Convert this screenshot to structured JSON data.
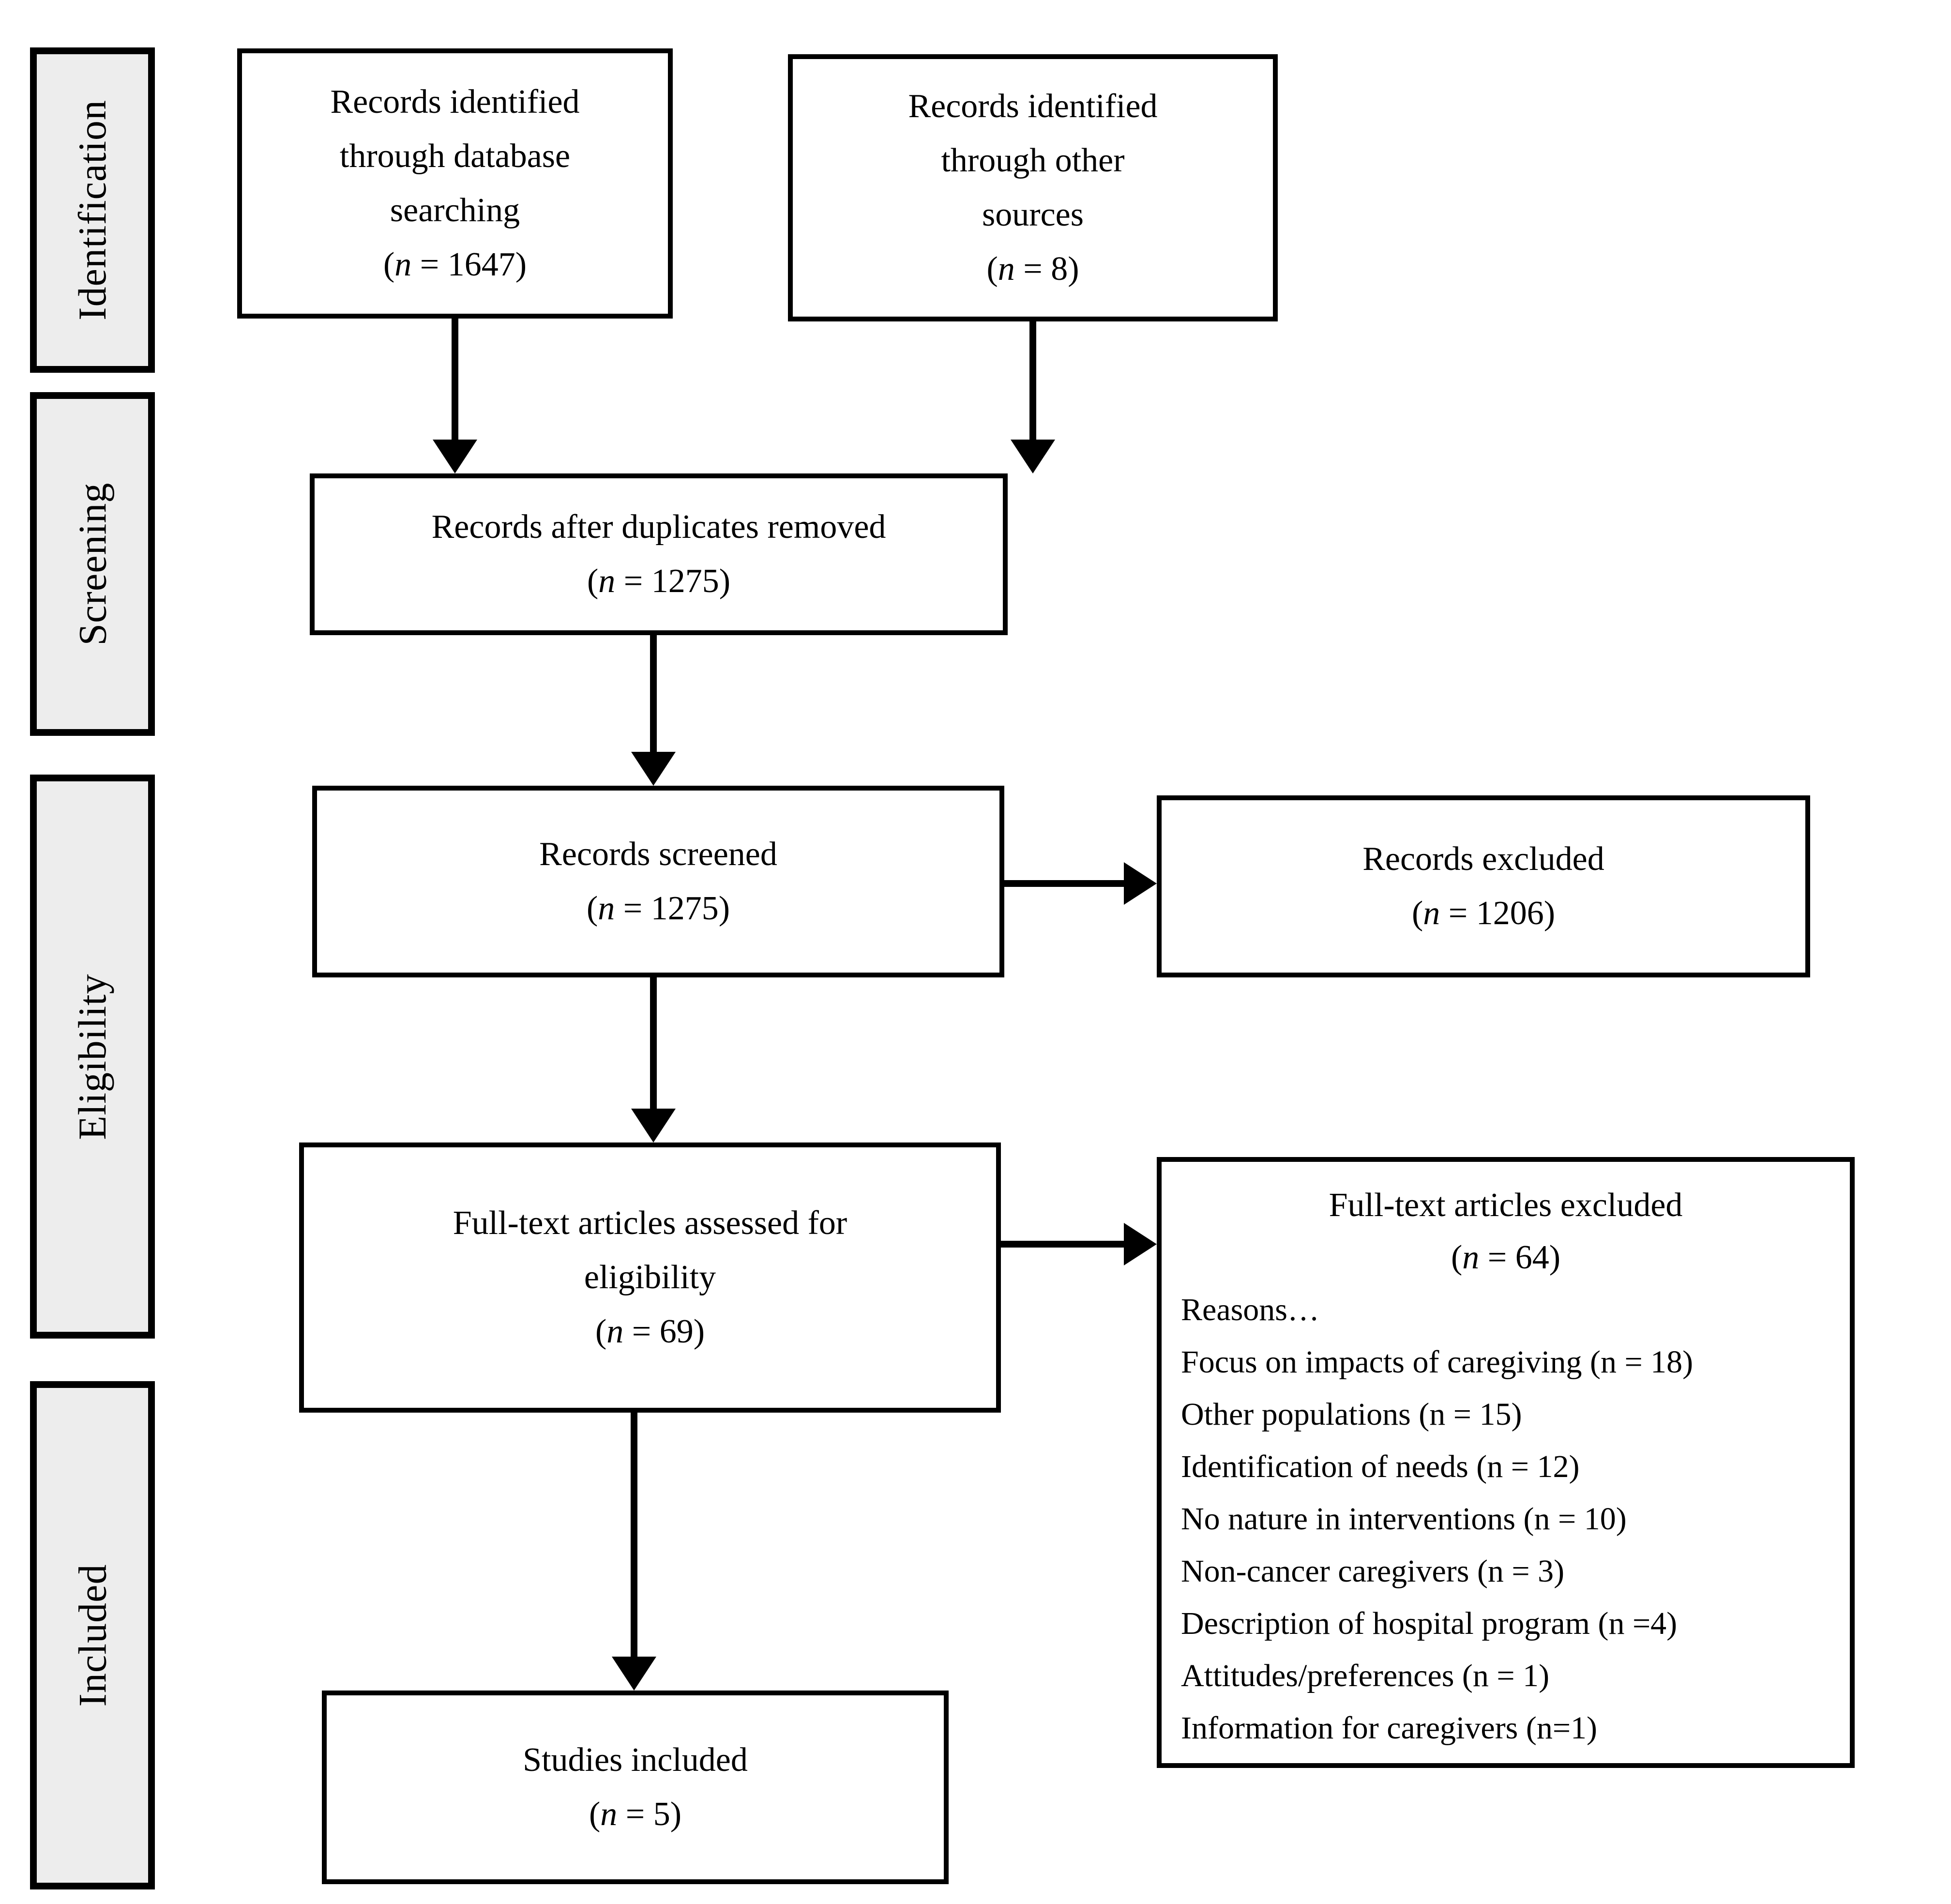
{
  "diagram": {
    "type": "prisma-flow",
    "colors": {
      "stage_fill": "#ededed",
      "box_fill": "#ffffff",
      "border": "#000000",
      "text": "#000000"
    },
    "stages": [
      {
        "label": "Identification"
      },
      {
        "label": "Screening"
      },
      {
        "label": "Eligibility"
      },
      {
        "label": "Included"
      }
    ],
    "boxes": {
      "identified_db": {
        "lines": [
          "Records identified",
          "through database",
          "searching"
        ],
        "count": "(n = 1647)"
      },
      "identified_other": {
        "lines": [
          "Records identified",
          "through other",
          "sources"
        ],
        "count": "(n = 8)"
      },
      "duplicates_removed": {
        "lines": [
          "Records after duplicates removed"
        ],
        "count": "(n = 1275)"
      },
      "screened": {
        "lines": [
          "Records screened"
        ],
        "count": "(n = 1275)"
      },
      "excluded": {
        "lines": [
          "Records excluded"
        ],
        "count": "(n = 1206)"
      },
      "fulltext_assessed": {
        "lines": [
          "Full-text articles assessed for",
          "eligibility"
        ],
        "count": "(n = 69)"
      },
      "fulltext_excluded": {
        "title": "Full-text articles excluded",
        "count": "(n = 64)",
        "reasons_label": "Reasons…",
        "reasons": [
          "Focus on impacts of caregiving (n = 18)",
          "Other populations (n = 15)",
          "Identification of needs (n = 12)",
          "No nature in interventions (n = 10)",
          "Non-cancer caregivers (n = 3)",
          "Description of hospital program (n =4)",
          "Attitudes/preferences (n = 1)",
          "Information for caregivers (n=1)"
        ]
      },
      "studies_included": {
        "lines": [
          "Studies included"
        ],
        "count": "(n = 5)"
      }
    }
  }
}
